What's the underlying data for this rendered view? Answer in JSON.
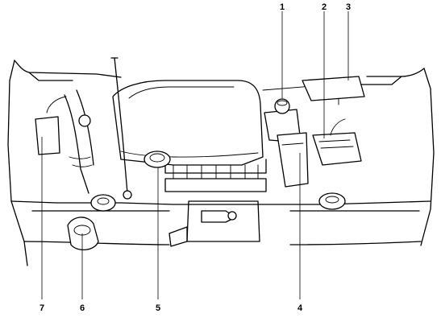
{
  "diagram": {
    "callouts": [
      {
        "id": "c1",
        "label": "1"
      },
      {
        "id": "c2",
        "label": "2"
      },
      {
        "id": "c3",
        "label": "3"
      },
      {
        "id": "c4",
        "label": "4"
      },
      {
        "id": "c5",
        "label": "5"
      },
      {
        "id": "c6",
        "label": "6"
      },
      {
        "id": "c7",
        "label": "7"
      }
    ]
  },
  "colors": {
    "line": "#000000",
    "background": "#ffffff"
  }
}
